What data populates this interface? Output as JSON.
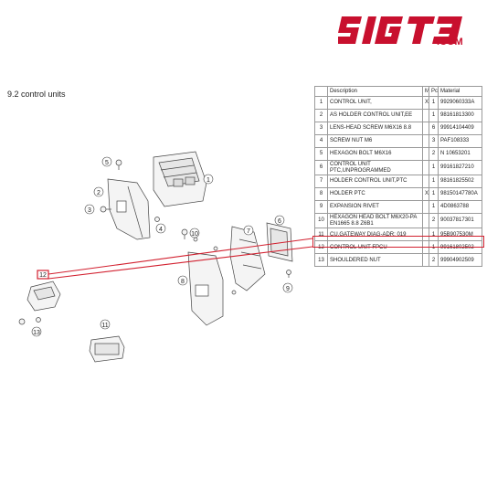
{
  "brand": {
    "logo_text": "SIGT3",
    "dotcom": ".COM",
    "color": "#c8102e"
  },
  "section_title": "9.2  control units",
  "highlight_color": "#d2202f",
  "table": {
    "headers": {
      "pos": "",
      "description": "Description",
      "m": "M",
      "pc": "Pc.",
      "material": "Material"
    },
    "rows": [
      {
        "pos": "1",
        "description": "CONTROL UNIT,",
        "m": "X",
        "pc": "1",
        "material": "9929060333A"
      },
      {
        "pos": "2",
        "description": "AS HOLDER CONTROL UNIT,EE",
        "m": "",
        "pc": "1",
        "material": "98161813300"
      },
      {
        "pos": "3",
        "description": "LENS-HEAD SCREW M6X16 8.8",
        "m": "",
        "pc": "6",
        "material": "99914104409"
      },
      {
        "pos": "4",
        "description": "SCREW NUT M6",
        "m": "",
        "pc": "3",
        "material": "PAF108333"
      },
      {
        "pos": "5",
        "description": "HEXAGON BOLT M6X16",
        "m": "",
        "pc": "2",
        "material": "N 10653201"
      },
      {
        "pos": "6",
        "description": "CONTROL UNIT PTC,UNPROGRAMMED",
        "m": "",
        "pc": "1",
        "material": "99161827210"
      },
      {
        "pos": "7",
        "description": "HOLDER CONTROL UNIT,PTC",
        "m": "",
        "pc": "1",
        "material": "98161825502"
      },
      {
        "pos": "8",
        "description": "HOLDER PTC",
        "m": "X",
        "pc": "1",
        "material": "98150147780A"
      },
      {
        "pos": "9",
        "description": "EXPANSION RIVET",
        "m": "",
        "pc": "1",
        "material": "4D0863788"
      },
      {
        "pos": "10",
        "description": "HEXAGON HEAD BOLT M6X20-PA EN1665 8.8 Z6B1",
        "m": "",
        "pc": "2",
        "material": "90037817301"
      },
      {
        "pos": "11",
        "description": "CU.GATEWAY DIAG-ADR: 019",
        "m": "",
        "pc": "1",
        "material": "95B907530M"
      },
      {
        "pos": "12",
        "description": "CONTROL UNIT FPCU",
        "m": "",
        "pc": "1",
        "material": "99161802502"
      },
      {
        "pos": "13",
        "description": "SHOULDERED NUT",
        "m": "",
        "pc": "2",
        "material": "99904902509"
      }
    ],
    "highlighted_pos": "12"
  },
  "callouts": [
    "1",
    "2",
    "3",
    "4",
    "5",
    "6",
    "7",
    "8",
    "9",
    "10",
    "11",
    "12",
    "13"
  ]
}
